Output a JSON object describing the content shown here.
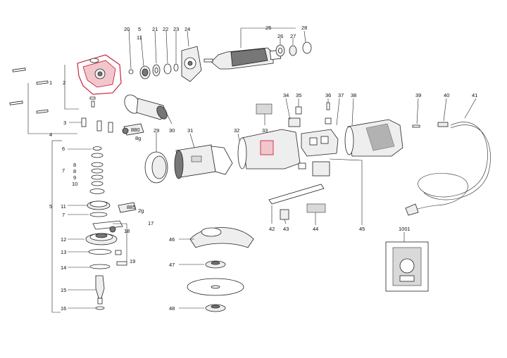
{
  "diagram": {
    "labels": [
      {
        "id": "1",
        "text": "1"
      },
      {
        "id": "2",
        "text": "2"
      },
      {
        "id": "3",
        "text": "3"
      },
      {
        "id": "4",
        "text": "4"
      },
      {
        "id": "5a",
        "text": "5"
      },
      {
        "id": "5b",
        "text": "5"
      },
      {
        "id": "6",
        "text": "6"
      },
      {
        "id": "7a",
        "text": "7"
      },
      {
        "id": "7b",
        "text": "7"
      },
      {
        "id": "8a",
        "text": "8"
      },
      {
        "id": "8b",
        "text": "8"
      },
      {
        "id": "9",
        "text": "9"
      },
      {
        "id": "10",
        "text": "10"
      },
      {
        "id": "11a",
        "text": "11"
      },
      {
        "id": "11b",
        "text": "11"
      },
      {
        "id": "12",
        "text": "12"
      },
      {
        "id": "13",
        "text": "13"
      },
      {
        "id": "14",
        "text": "14"
      },
      {
        "id": "15",
        "text": "15"
      },
      {
        "id": "16",
        "text": "16"
      },
      {
        "id": "17",
        "text": "17"
      },
      {
        "id": "18",
        "text": "18"
      },
      {
        "id": "19",
        "text": "19"
      },
      {
        "id": "20",
        "text": "20"
      },
      {
        "id": "21",
        "text": "21"
      },
      {
        "id": "22",
        "text": "22"
      },
      {
        "id": "23",
        "text": "23"
      },
      {
        "id": "24",
        "text": "24"
      },
      {
        "id": "25",
        "text": "25"
      },
      {
        "id": "26",
        "text": "26"
      },
      {
        "id": "27",
        "text": "27"
      },
      {
        "id": "28",
        "text": "28"
      },
      {
        "id": "29",
        "text": "29"
      },
      {
        "id": "30",
        "text": "30"
      },
      {
        "id": "31",
        "text": "31"
      },
      {
        "id": "32",
        "text": "32"
      },
      {
        "id": "33",
        "text": "33"
      },
      {
        "id": "34",
        "text": "34"
      },
      {
        "id": "35",
        "text": "35"
      },
      {
        "id": "36",
        "text": "36"
      },
      {
        "id": "37",
        "text": "37"
      },
      {
        "id": "38",
        "text": "38"
      },
      {
        "id": "39",
        "text": "39"
      },
      {
        "id": "40",
        "text": "40"
      },
      {
        "id": "41",
        "text": "41"
      },
      {
        "id": "42",
        "text": "42"
      },
      {
        "id": "43",
        "text": "43"
      },
      {
        "id": "44",
        "text": "44"
      },
      {
        "id": "45",
        "text": "45"
      },
      {
        "id": "46",
        "text": "46"
      },
      {
        "id": "47",
        "text": "47"
      },
      {
        "id": "48",
        "text": "48"
      },
      {
        "id": "1001",
        "text": "1001"
      }
    ],
    "grease_tags": [
      {
        "id": "880",
        "code": "880",
        "amount": "8g"
      },
      {
        "id": "885",
        "code": "885",
        "amount": "2g"
      }
    ]
  }
}
